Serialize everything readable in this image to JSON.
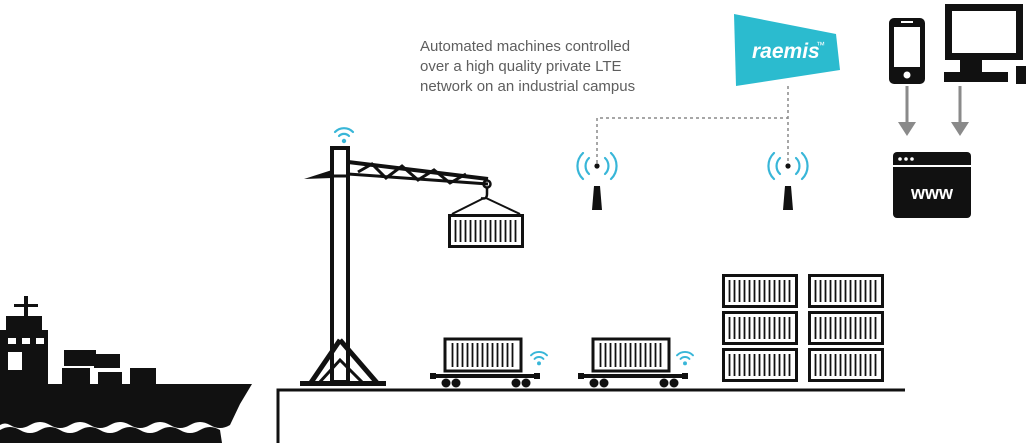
{
  "caption": {
    "line1": "Automated machines controlled",
    "line2": "over a high quality private LTE",
    "line3": "network on an industrial campus"
  },
  "logo": {
    "text": "raemis",
    "trademark": "™",
    "color": "#2bbbcf"
  },
  "browser": {
    "text": "www"
  },
  "colors": {
    "ink": "#111111",
    "signal": "#38b6d8",
    "link": "#8a8a8a",
    "caption": "#5e5e5e"
  },
  "icons": [
    "ship-icon",
    "crane-icon",
    "container-icon",
    "rail-car-icon",
    "antenna-icon",
    "phone-icon",
    "desktop-icon",
    "browser-window-icon",
    "wifi-signal-icon"
  ]
}
